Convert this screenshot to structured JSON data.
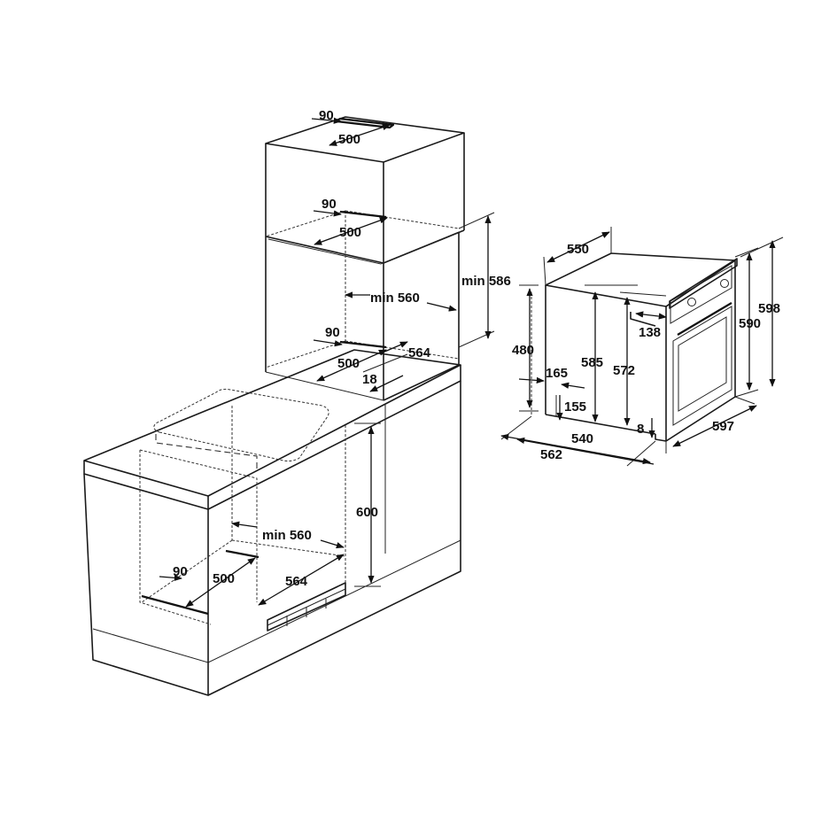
{
  "diagram": {
    "left_dimensions": {
      "top_vent_depth": "90",
      "top_vent_width": "500",
      "upper_vent_depth": "90",
      "upper_vent_width": "500",
      "tall_min_width": "min 560",
      "tall_min_height": "min 586",
      "lower_vent_depth": "90",
      "lower_vent_width": "500",
      "tall_niche_depth": "564",
      "tall_shelf": "18",
      "base_height": "600",
      "base_min_width": "min 560",
      "base_vent_depth": "90",
      "base_vent_width": "500",
      "base_niche_depth": "564"
    },
    "oven_dimensions": {
      "top_depth": "550",
      "rear_height": "480",
      "body_height": "585",
      "inner_height": "572",
      "panel_offset": "138",
      "outer_height": "590",
      "total_height": "598",
      "rear_offset": "165",
      "rear_step": "155",
      "base_gap": "8",
      "body_depth": "540",
      "total_depth": "562",
      "front_width": "597"
    }
  }
}
